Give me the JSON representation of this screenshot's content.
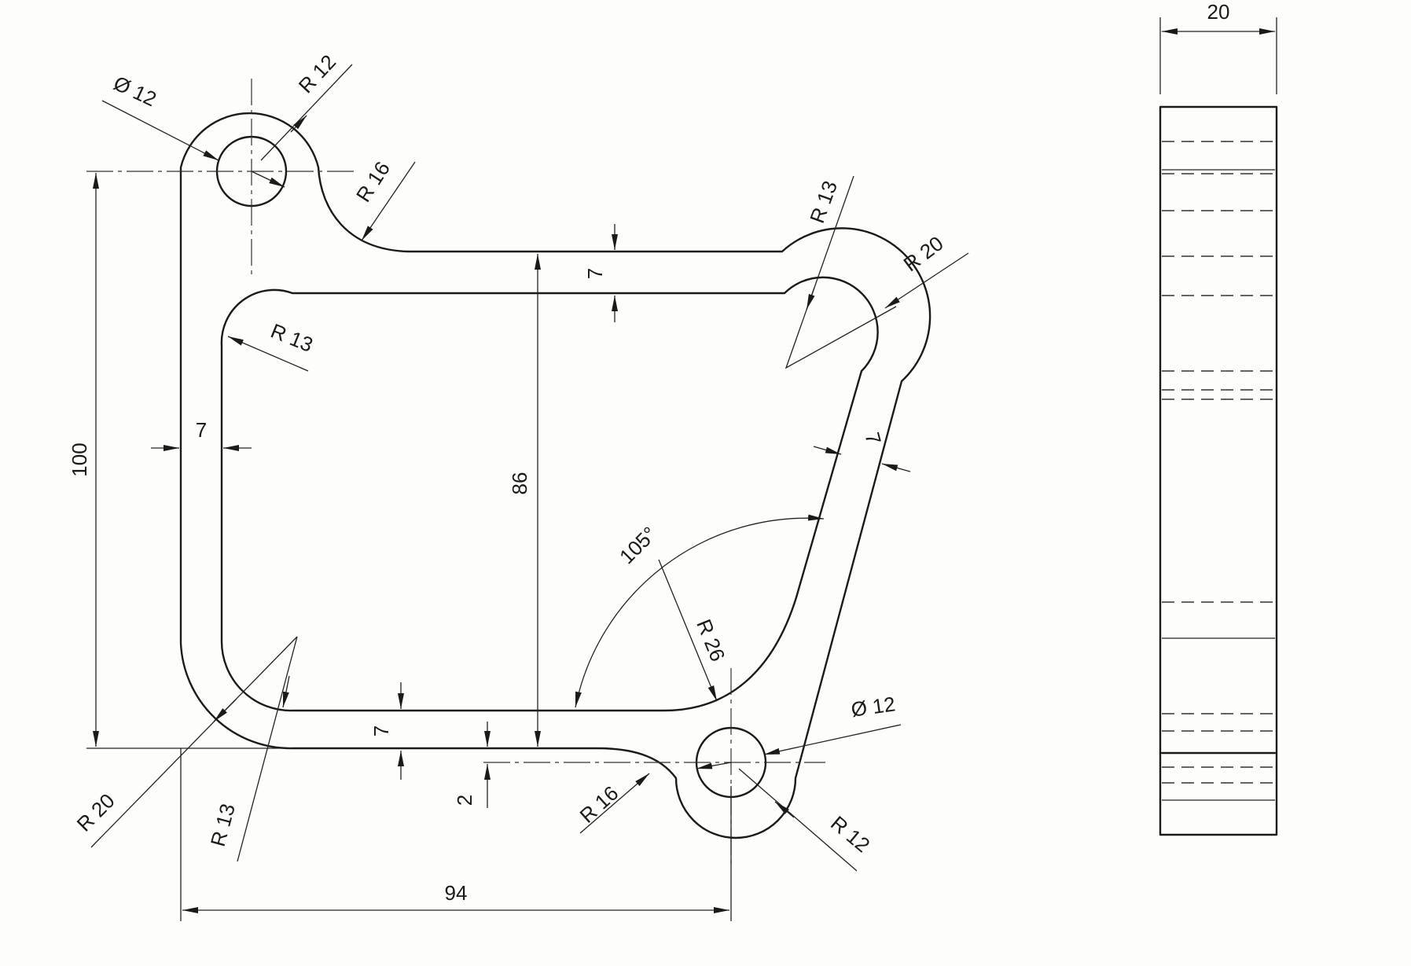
{
  "colors": {
    "paper": "#fdfdfb",
    "ink": "#1a1a1a"
  },
  "front_view": {
    "hole_top_left": {
      "diameter_label": "Ø 12",
      "radius_label": "R 12"
    },
    "fillet_top_left": {
      "label": "R 16"
    },
    "inner_corner_top_left": {
      "label": "R 13"
    },
    "inner_corner_top_right": {
      "label": "R 13"
    },
    "outer_corner_top_right": {
      "label": "R 20"
    },
    "top_wall_thickness": {
      "label": "7"
    },
    "left_wall_thickness": {
      "label": "7"
    },
    "right_wall_thickness": {
      "label": "7"
    },
    "bottom_wall_thickness": {
      "label": "7"
    },
    "overall_height": {
      "label": "100"
    },
    "inner_height": {
      "label": "86"
    },
    "angle": {
      "label": "105°"
    },
    "inner_arc": {
      "label": "R 26"
    },
    "hole_bottom_right": {
      "diameter_label": "Ø 12",
      "radius_label": "R 12"
    },
    "fillet_bottom_right": {
      "label": "R 16"
    },
    "offset": {
      "label": "2"
    },
    "outer_corner_bottom_left": {
      "label": "R 20"
    },
    "inner_corner_bottom_left": {
      "label": "R 13"
    },
    "overall_width": {
      "label": "94"
    }
  },
  "side_view": {
    "thickness": {
      "label": "20"
    }
  }
}
